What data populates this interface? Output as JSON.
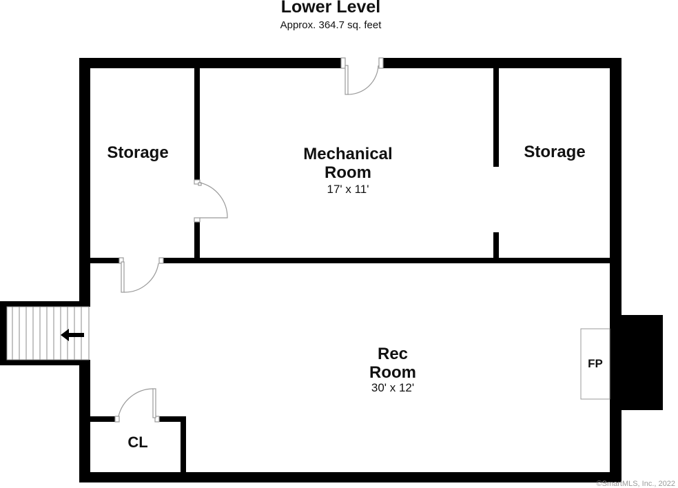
{
  "header": {
    "title": "Lower Level",
    "subtitle": "Approx. 364.7 sq. feet"
  },
  "rooms": {
    "storage_left": {
      "name": "Storage"
    },
    "mechanical": {
      "name_line1": "Mechanical",
      "name_line2": "Room",
      "dimensions": "17' x 11'"
    },
    "storage_right": {
      "name": "Storage"
    },
    "rec": {
      "name_line1": "Rec",
      "name_line2": "Room",
      "dimensions": "30' x 12'"
    },
    "closet": {
      "name": "CL"
    },
    "fireplace": {
      "label": "FP"
    }
  },
  "icons": {
    "stairs_arrow": "left-arrow-icon"
  },
  "footer": {
    "copyright": "©SmartMLS, Inc., 2022"
  },
  "colors": {
    "wall": "#000000",
    "fixture_outline": "#999999",
    "background": "#ffffff"
  }
}
